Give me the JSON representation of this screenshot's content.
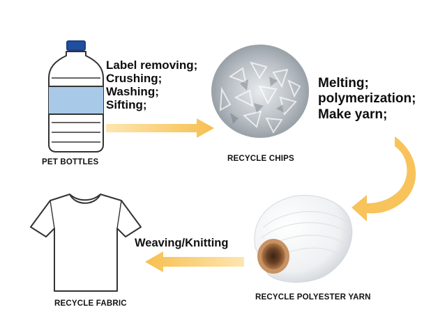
{
  "stages": {
    "bottles": {
      "label": "PET BOTTLES",
      "icon": "bottle-icon"
    },
    "chips": {
      "label": "RECYCLE CHIPS",
      "icon": "chips-image"
    },
    "yarn": {
      "label": "RECYCLE POLYESTER YARN",
      "icon": "yarn-spool-image"
    },
    "fabric": {
      "label": "RECYCLE FABRIC",
      "icon": "tshirt-icon"
    }
  },
  "process_1": [
    "Label removing;",
    "Crushing;",
    "Washing;",
    "Sifting;"
  ],
  "process_2": [
    "Melting;",
    "polymerization;",
    "Make yarn;"
  ],
  "process_3": "Weaving/Knitting",
  "colors": {
    "arrow": "#f7c35a",
    "arrow_light": "#fde2a4",
    "bottle_label": "#a9c9e8",
    "outline": "#333333"
  }
}
